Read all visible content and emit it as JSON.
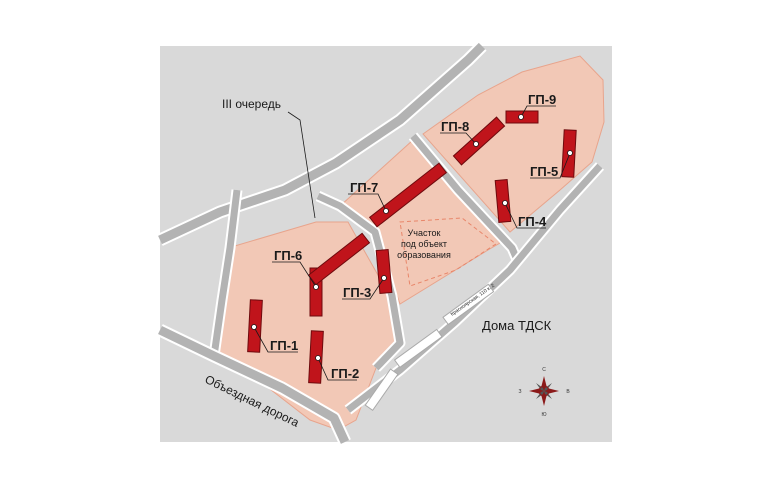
{
  "colors": {
    "background": "#d9d9d9",
    "plot": "#f2c8b6",
    "plot_border": "#e8a48c",
    "road": "#b3b3b3",
    "road_edge": "#ffffff",
    "building": "#c0141b",
    "building_outline": "#6e0a0d",
    "text": "#1a1a1a"
  },
  "buildings": [
    {
      "id": "gp-1",
      "label": "ГП-1"
    },
    {
      "id": "gp-2",
      "label": "ГП-2"
    },
    {
      "id": "gp-3",
      "label": "ГП-3"
    },
    {
      "id": "gp-4",
      "label": "ГП-4"
    },
    {
      "id": "gp-5",
      "label": "ГП-5"
    },
    {
      "id": "gp-6",
      "label": "ГП-6"
    },
    {
      "id": "gp-7",
      "label": "ГП-7"
    },
    {
      "id": "gp-8",
      "label": "ГП-8"
    },
    {
      "id": "gp-9",
      "label": "ГП-9"
    }
  ],
  "labels": {
    "queue": "III очередь",
    "school_line1": "Участок",
    "school_line2": "под объект",
    "school_line3": "образования",
    "houses": "Дома ТДСК",
    "street": "Красноярская, 110 к. 2",
    "bypass_road": "Объездная дорога"
  },
  "compass": {
    "north": "С",
    "south": "Ю",
    "west": "З",
    "east": "В"
  }
}
